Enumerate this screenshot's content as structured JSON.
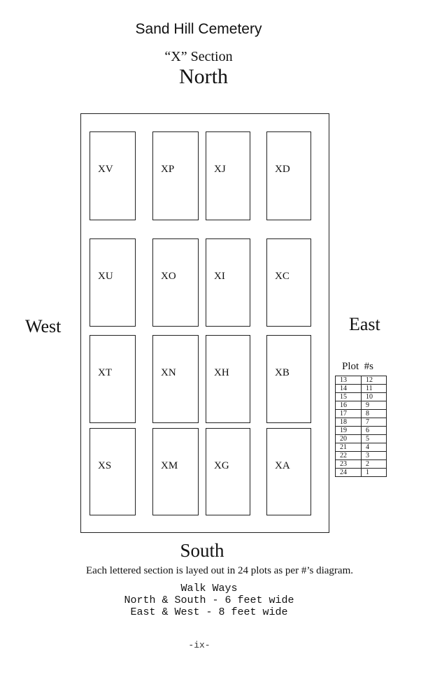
{
  "title": "Sand Hill Cemetery",
  "subtitle": "“X” Section",
  "compass": {
    "north": "North",
    "south": "South",
    "west": "West",
    "east": "East"
  },
  "sections": [
    [
      "XV",
      "XP",
      "XJ",
      "XD"
    ],
    [
      "XU",
      "XO",
      "XI",
      "XC"
    ],
    [
      "XT",
      "XN",
      "XH",
      "XB"
    ],
    [
      "XS",
      "XM",
      "XG",
      "XA"
    ]
  ],
  "legend": {
    "heading": "Plot  #s",
    "rows": [
      [
        "13",
        "12"
      ],
      [
        "14",
        "11"
      ],
      [
        "15",
        "10"
      ],
      [
        "16",
        "9"
      ],
      [
        "17",
        "8"
      ],
      [
        "18",
        "7"
      ],
      [
        "19",
        "6"
      ],
      [
        "20",
        "5"
      ],
      [
        "21",
        "4"
      ],
      [
        "22",
        "3"
      ],
      [
        "23",
        "2"
      ],
      [
        "24",
        "1"
      ]
    ]
  },
  "note": "Each lettered section is layed out in 24 plots as per #’s diagram.",
  "walkways": {
    "heading": "Walk Ways",
    "line1": "North & South - 6 feet wide",
    "line2": "East & West - 8 feet wide"
  },
  "page_number": "-ix-"
}
